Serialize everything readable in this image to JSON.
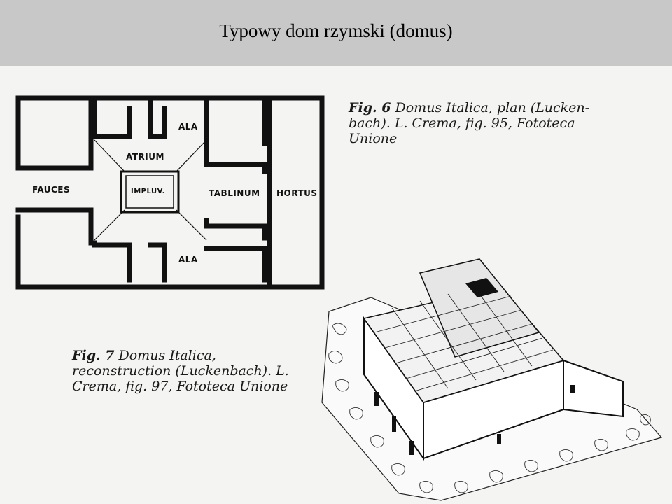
{
  "slide": {
    "title": "Typowy dom rzymski (domus)"
  },
  "plan": {
    "labels": {
      "fauces": "FAUCES",
      "atrium": "ATRIUM",
      "ala_top": "ALA",
      "ala_bottom": "ALA",
      "impluvium": "IMPLUV.",
      "tablinum": "TABLINUM",
      "hortus": "HORTUS"
    }
  },
  "captions": {
    "fig6": {
      "number": "Fig. 6",
      "text": "Domus Italica, plan (Lucken-bach). L. Crema, fig. 95, Fototeca Unione"
    },
    "fig7": {
      "number": "Fig. 7",
      "text": "Domus Italica, reconstruction (Luckenbach). L. Crema, fig. 97, Fototeca Unione"
    }
  }
}
